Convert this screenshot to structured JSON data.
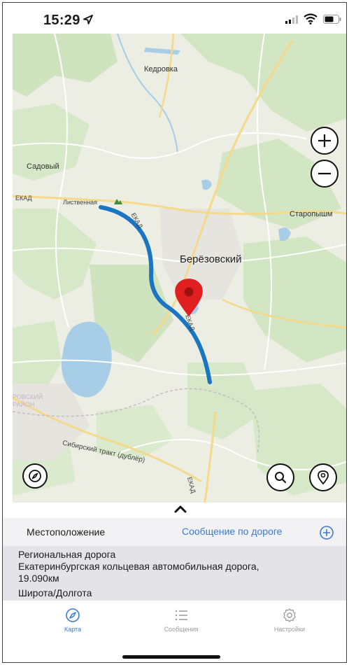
{
  "status_bar": {
    "time": "15:29"
  },
  "map": {
    "places": {
      "kedrovka": "Кедровка",
      "sadovy": "Садовый",
      "staropyshm": "Старопышм",
      "berezovsky": "Берёзовский",
      "listvennaya": "Лиственная",
      "sibirsky_trakt": "Сибирский тракт (дублёр)",
      "ekad1": "ЕКАД",
      "ekad2": "ЕКАД",
      "ekad3": "ЕКАД",
      "ekad4": "ЕКАД",
      "faded": "РОВСКИЙ РАЙОН"
    },
    "route_color": "#1a75c2",
    "pin_color": "#e02020"
  },
  "sheet": {
    "location_title": "Местоположение",
    "road_message": "Сообщение по дороге",
    "info": {
      "road_type": "Региональная дорога",
      "road_name": "Екатеринбургская кольцевая автомобильная дорога,",
      "distance": "19.090км",
      "latlon": "Широта/Долгота"
    }
  },
  "tabbar": {
    "tabs": [
      {
        "label": "Карта",
        "icon": "compass-icon",
        "active": true
      },
      {
        "label": "Сообщения",
        "icon": "list-icon",
        "active": false
      },
      {
        "label": "Настройки",
        "icon": "gear-icon",
        "active": false
      }
    ]
  },
  "colors": {
    "accent": "#3a7bd5",
    "inactive": "#9a9a9a"
  }
}
